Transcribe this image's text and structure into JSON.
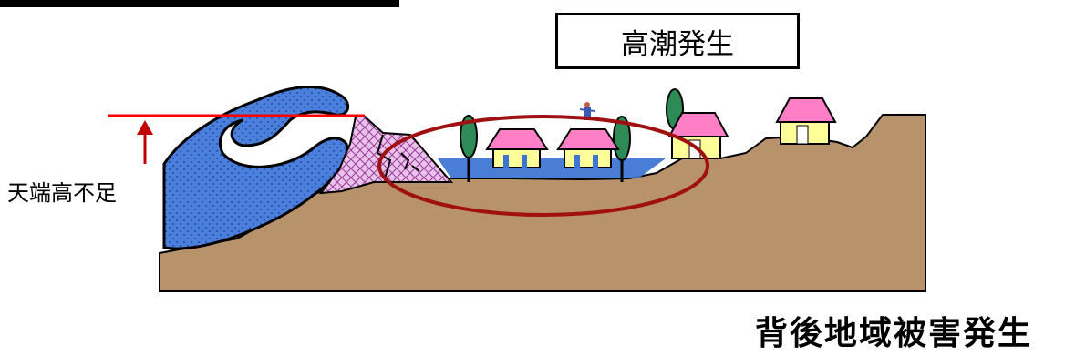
{
  "labels": {
    "event": "高潮発生",
    "crest_shortfall": "天端高不足",
    "damage": "背後地域被害発生"
  },
  "colors": {
    "ground": "#b8926a",
    "wave": "#4a7fdc",
    "dike_pattern": "#e0b6e0",
    "flood_water": "#3f76d4",
    "house_wall": "#ffff99",
    "house_roof": "#ff7fc6",
    "tree": "#2e8b57",
    "crest_line": "#ff0000",
    "arrow": "#c00000",
    "ellipse": "#a01010"
  }
}
